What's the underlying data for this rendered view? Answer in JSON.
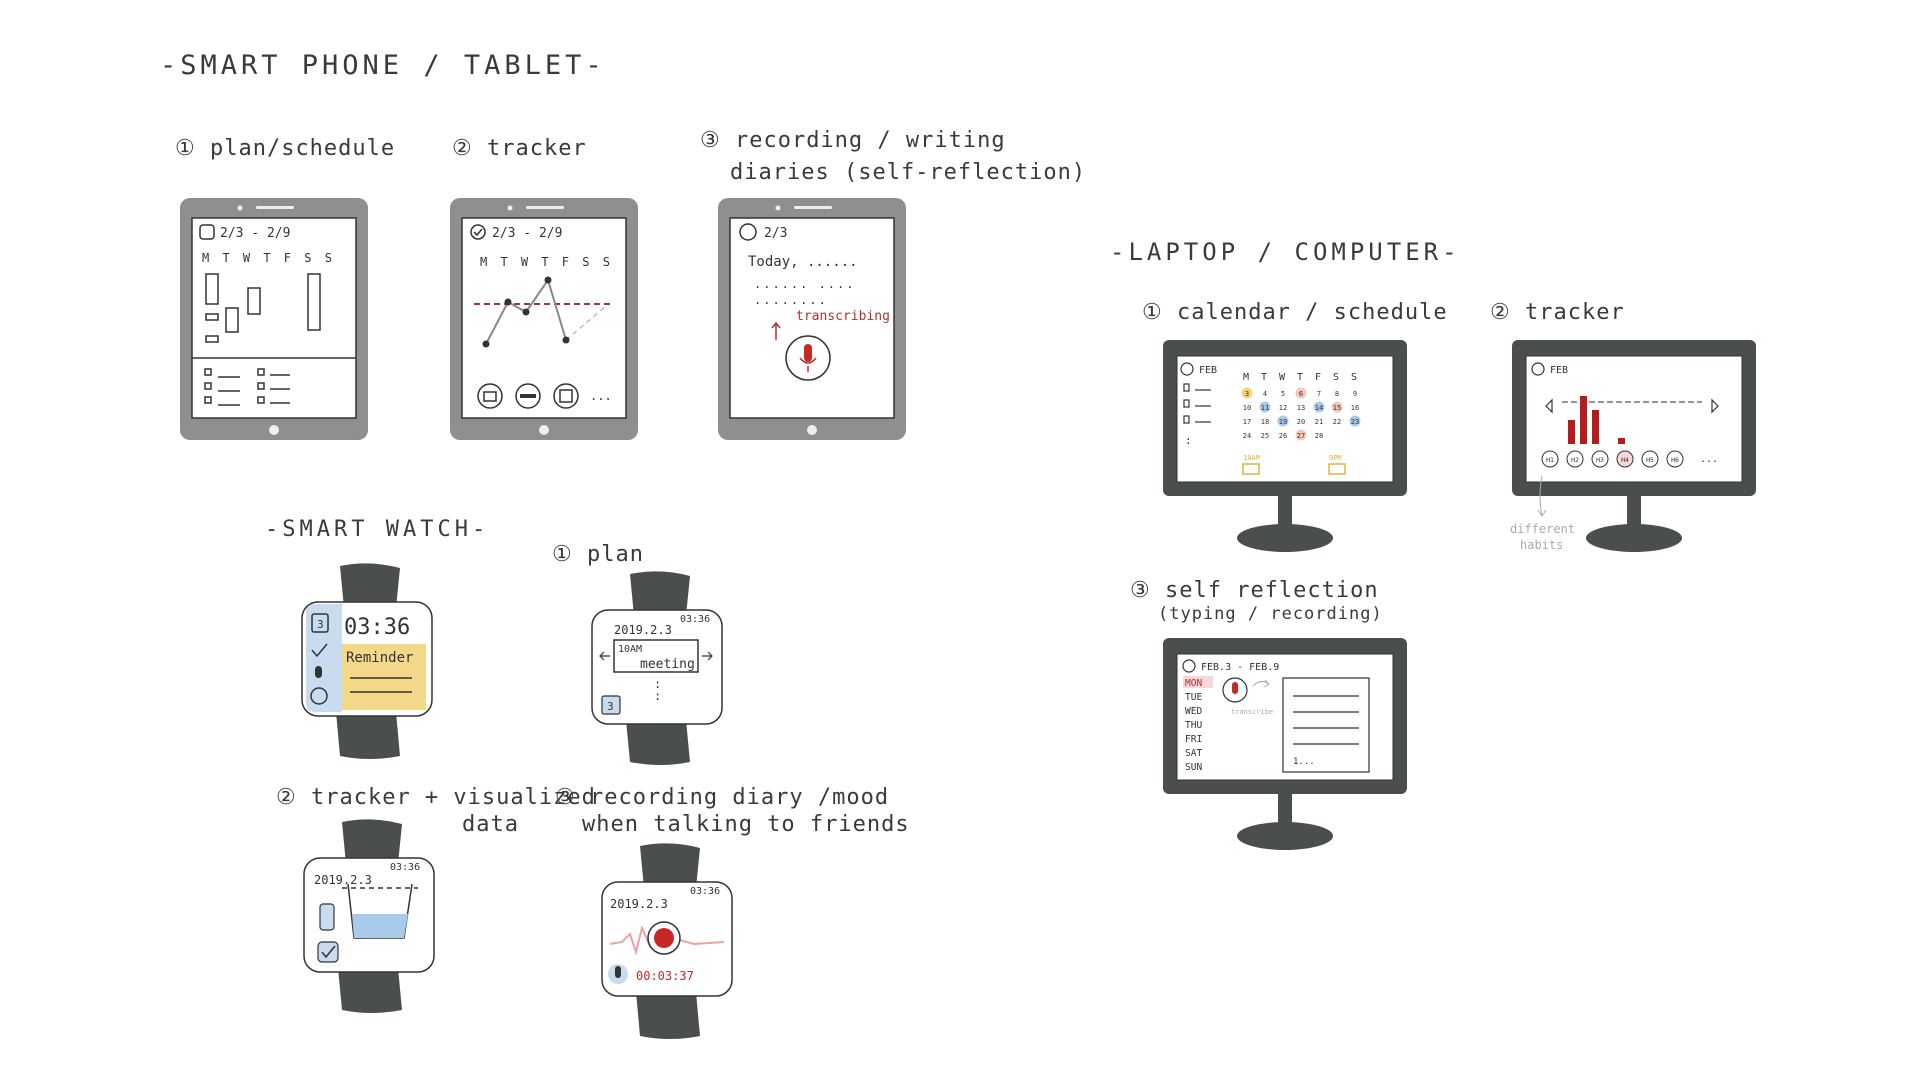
{
  "phone_section": {
    "title": "-SMART PHONE / TABLET-",
    "devices": [
      {
        "label": "① plan/schedule",
        "date": "2/3 - 2/9",
        "weekdays": "M T W T F S S"
      },
      {
        "label": "② tracker",
        "date": "2/3 - 2/9",
        "weekdays": "M T W T F S S"
      },
      {
        "label_line1": "③ recording / writing",
        "label_line2": "diaries (self-reflection)",
        "date": "2/3",
        "diary_text": "Today, ......",
        "transcribe_text": "transcribing"
      }
    ]
  },
  "watch_section": {
    "title": "-SMART WATCH-",
    "main": {
      "time": "03:36",
      "reminder": "Reminder",
      "calendar_num": "3"
    },
    "plan": {
      "label": "① plan",
      "time": "03:36",
      "date": "2019.2.3",
      "event_time": "10AM",
      "event": "meeting",
      "calendar_num": "3"
    },
    "tracker": {
      "label_line1": "② tracker + visualized",
      "label_line2": "data",
      "time": "03:36",
      "date": "2019.2.3"
    },
    "recording": {
      "label_line1": "③ recording diary /mood",
      "label_line2": "when talking to friends",
      "time": "03:36",
      "date": "2019.2.3",
      "elapsed": "00:03:37"
    }
  },
  "laptop_section": {
    "title": "-LAPTOP / COMPUTER-",
    "calendar": {
      "label": "① calendar / schedule",
      "month": "FEB",
      "weekdays": [
        "M",
        "T",
        "W",
        "T",
        "F",
        "S",
        "S"
      ],
      "rows": [
        [
          "3",
          "4",
          "5",
          "6",
          "7",
          "8",
          "9"
        ],
        [
          "10",
          "11",
          "12",
          "13",
          "14",
          "15",
          "16"
        ],
        [
          "17",
          "18",
          "19",
          "20",
          "21",
          "22",
          "23"
        ],
        [
          "24",
          "25",
          "26",
          "27",
          "28",
          "",
          ""
        ]
      ],
      "event1": "10AM",
      "event2": "9PM"
    },
    "tracker": {
      "label": "② tracker",
      "month": "FEB",
      "habits": [
        "H1",
        "H2",
        "H3",
        "H4",
        "H5",
        "H6"
      ],
      "more": "...",
      "note_line1": "different",
      "note_line2": "habits"
    },
    "reflection": {
      "label_line1": "③ self reflection",
      "label_line2": "(typing / recording)",
      "range": "FEB.3 - FEB.9",
      "days": [
        "MON",
        "TUE",
        "WED",
        "THU",
        "FRI",
        "SAT",
        "SUN"
      ],
      "transcribe": "transcribe",
      "doc_end": "1..."
    }
  }
}
